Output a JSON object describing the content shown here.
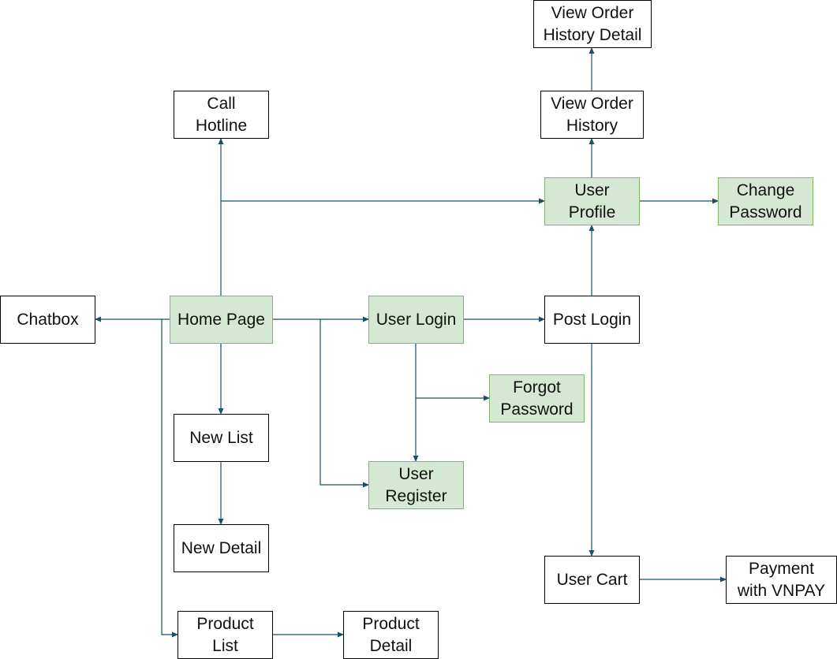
{
  "diagram": {
    "edge_color": "#1b4f66",
    "green_fill": "#d5e8d4",
    "green_border": "#82b366",
    "nodes": {
      "view_order_history_detail": {
        "label": "View Order\nHistory Detail",
        "highlighted": false
      },
      "call_hotline": {
        "label": "Call\nHotline",
        "highlighted": false
      },
      "view_order_history": {
        "label": "View Order\nHistory",
        "highlighted": false
      },
      "user_profile": {
        "label": "User\nProfile",
        "highlighted": true
      },
      "change_password": {
        "label": "Change\nPassword",
        "highlighted": true
      },
      "chatbox": {
        "label": "Chatbox",
        "highlighted": false
      },
      "home_page": {
        "label": "Home Page",
        "highlighted": true
      },
      "user_login": {
        "label": "User Login",
        "highlighted": true
      },
      "post_login": {
        "label": "Post Login",
        "highlighted": false
      },
      "forgot_password": {
        "label": "Forgot\nPassword",
        "highlighted": true
      },
      "new_list": {
        "label": "New List",
        "highlighted": false
      },
      "user_register": {
        "label": "User\nRegister",
        "highlighted": true
      },
      "new_detail": {
        "label": "New Detail",
        "highlighted": false
      },
      "user_cart": {
        "label": "User Cart",
        "highlighted": false
      },
      "payment_with_vnpay": {
        "label": "Payment\nwith VNPAY",
        "highlighted": false
      },
      "product_list": {
        "label": "Product\nList",
        "highlighted": false
      },
      "product_detail": {
        "label": "Product\nDetail",
        "highlighted": false
      }
    },
    "edges": [
      {
        "from": "home_page",
        "to": "call_hotline"
      },
      {
        "from": "home_page",
        "to": "user_profile"
      },
      {
        "from": "home_page",
        "to": "chatbox"
      },
      {
        "from": "home_page",
        "to": "user_login"
      },
      {
        "from": "home_page",
        "to": "user_register"
      },
      {
        "from": "home_page",
        "to": "new_list"
      },
      {
        "from": "home_page",
        "to": "product_list"
      },
      {
        "from": "new_list",
        "to": "new_detail"
      },
      {
        "from": "product_list",
        "to": "product_detail"
      },
      {
        "from": "user_login",
        "to": "post_login"
      },
      {
        "from": "user_login",
        "to": "forgot_password"
      },
      {
        "from": "user_login",
        "to": "user_register"
      },
      {
        "from": "post_login",
        "to": "user_profile"
      },
      {
        "from": "post_login",
        "to": "user_cart"
      },
      {
        "from": "user_profile",
        "to": "view_order_history"
      },
      {
        "from": "user_profile",
        "to": "change_password"
      },
      {
        "from": "view_order_history",
        "to": "view_order_history_detail"
      },
      {
        "from": "user_cart",
        "to": "payment_with_vnpay"
      }
    ]
  }
}
